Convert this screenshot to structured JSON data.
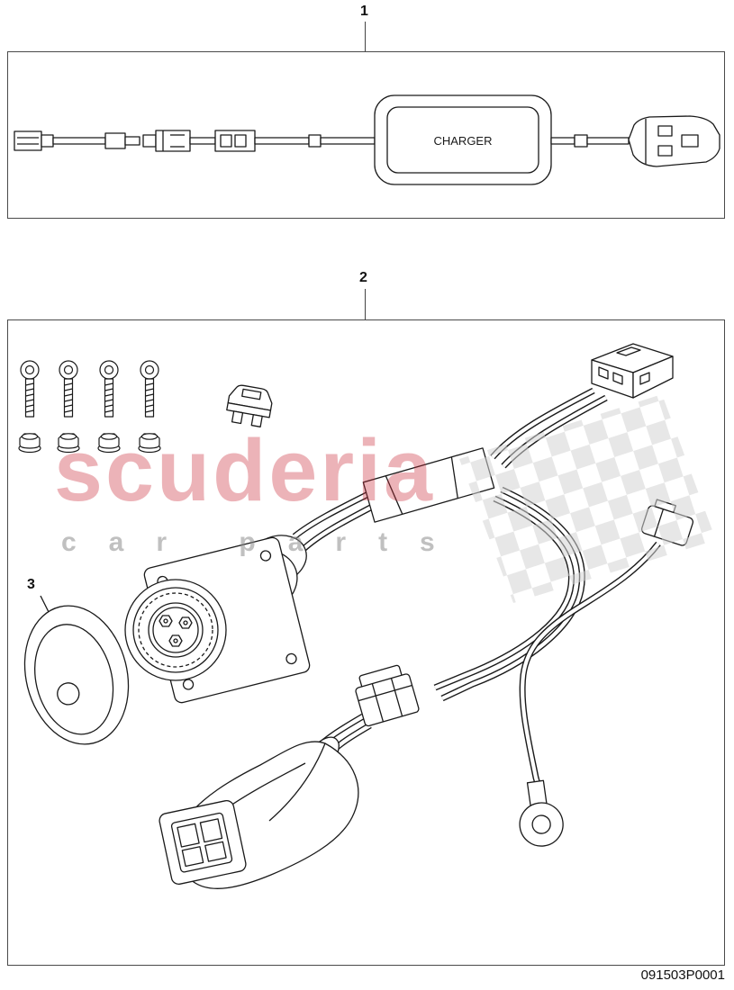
{
  "page": {
    "background": "#ffffff",
    "line_color": "#1a1a1a"
  },
  "callouts": {
    "item1": "1",
    "item2": "2",
    "item3": "3"
  },
  "box1": {
    "charger_label": "CHARGER",
    "icons": [
      "spade-connector-icon",
      "inline-connector-icon",
      "charger-unit-icon",
      "uk-mains-plug-icon",
      "cable-icon"
    ]
  },
  "box2": {
    "icons": [
      "mounting-screw-icon",
      "flange-nut-icon",
      "blade-fuse-icon",
      "harness-connector-icon",
      "tape-wrap-icon",
      "charging-socket-flange-icon",
      "cover-cap-icon",
      "inline-connector-icon",
      "rubber-boot-icon",
      "square-plug-icon",
      "ring-terminal-icon"
    ]
  },
  "watermark": {
    "brand": "scuderia",
    "sub_letters": "car parts",
    "brand_color": "#c92c39",
    "sub_color": "#8c8c8c",
    "flag_color": "#d4d4d4"
  },
  "footer": {
    "part_number": "091503P0001"
  }
}
